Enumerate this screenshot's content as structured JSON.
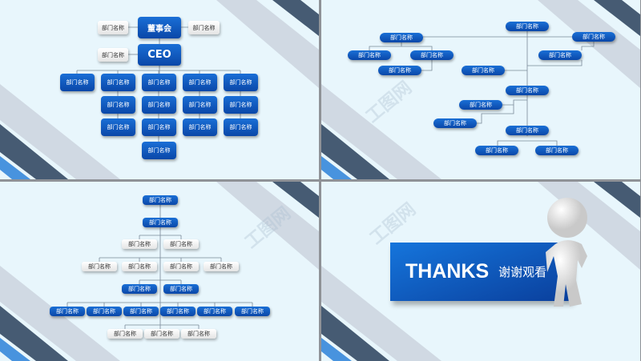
{
  "watermark": "工图网",
  "slide1": {
    "labels": [
      "董事会",
      "部门名称",
      "部门名称",
      "CEO",
      "部门名称",
      "部门名称",
      "部门名称",
      "部门名称",
      "部门名称",
      "部门名称",
      "部门名称",
      "部门名称",
      "部门名称",
      "部门名称",
      "部门名称",
      "部门名称",
      "部门名称",
      "部门名称",
      "部门名称"
    ]
  },
  "slide2": {
    "labels": [
      "部门名称",
      "部门名称",
      "部门名称",
      "部门名称",
      "部门名称",
      "部门名称",
      "部门名称",
      "部门名称",
      "部门名称",
      "部门名称",
      "部门名称",
      "部门名称",
      "部门名称",
      "部门名称"
    ]
  },
  "slide3": {
    "labels": [
      "部门名称",
      "部门名称",
      "部门名称",
      "部门名称",
      "部门名称",
      "部门名称",
      "部门名称",
      "部门名称",
      "部门名称",
      "部门名称",
      "部门名称",
      "部门名称",
      "部门名称",
      "部门名称",
      "部门名称",
      "部门名称",
      "部门名称",
      "部门名称",
      "部门名称"
    ]
  },
  "slide4": {
    "title": "THANKS",
    "subtitle": "谢谢观看"
  },
  "colors": {
    "accent": "#0a52b8",
    "background": "#e8f6fc"
  }
}
